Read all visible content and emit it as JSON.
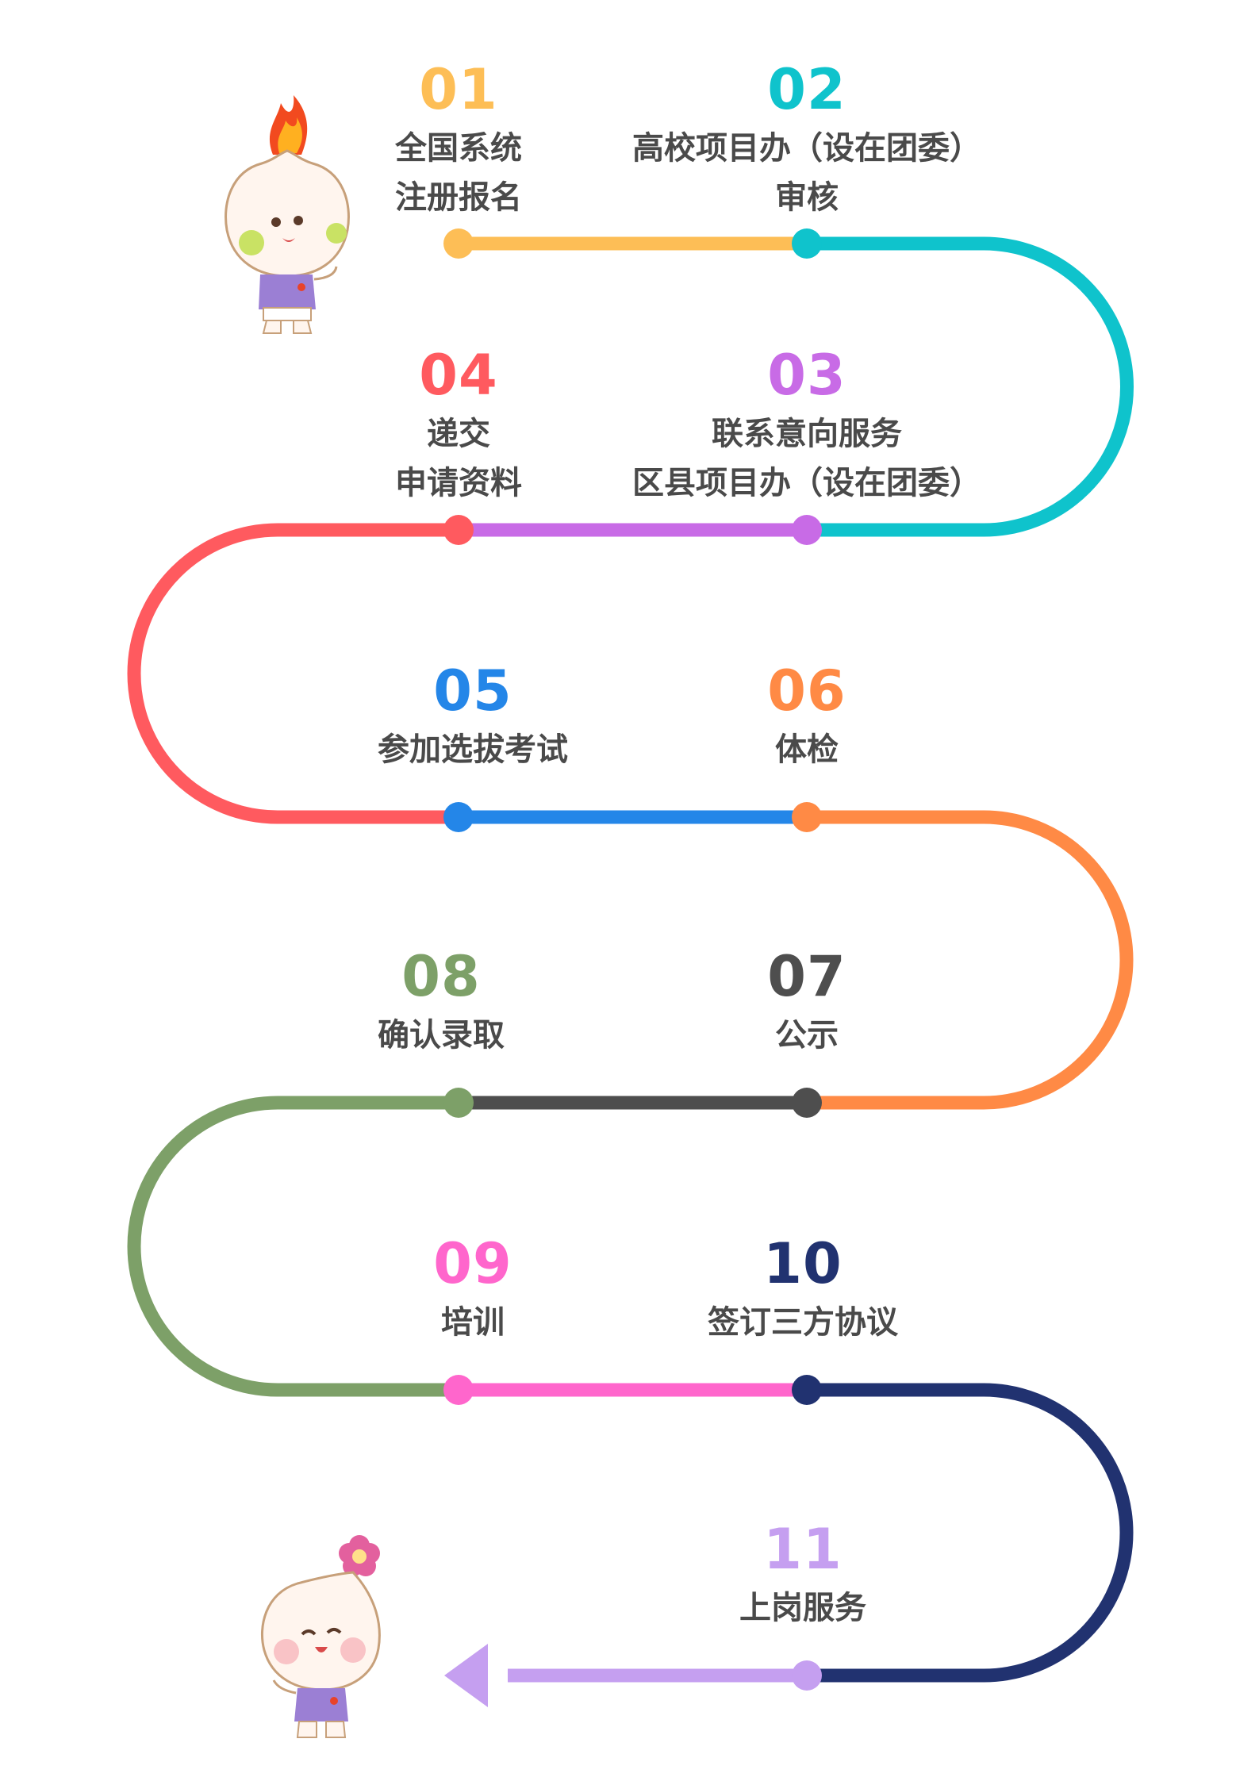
{
  "steps": [
    {
      "number": "01",
      "line1": "全国系统",
      "line2": "注册报名",
      "color": "#FDBE56"
    },
    {
      "number": "02",
      "line1": "高校项目办（设在团委）",
      "line2": "审核",
      "color": "#0FC3CC"
    },
    {
      "number": "03",
      "line1": "联系意向服务",
      "line2": "区县项目办（设在团委）",
      "color": "#C86BE6"
    },
    {
      "number": "04",
      "line1": "递交",
      "line2": "申请资料",
      "color": "#FF5A5F"
    },
    {
      "number": "05",
      "line1": "参加选拔考试",
      "line2": "",
      "color": "#2486E8"
    },
    {
      "number": "06",
      "line1": "体检",
      "line2": "",
      "color": "#FF8A45"
    },
    {
      "number": "07",
      "line1": "公示",
      "line2": "",
      "color": "#4E4E4E"
    },
    {
      "number": "08",
      "line1": "确认录取",
      "line2": "",
      "color": "#7DA068"
    },
    {
      "number": "09",
      "line1": "培训",
      "line2": "",
      "color": "#FF66CC"
    },
    {
      "number": "10",
      "line1": "签订三方协议",
      "line2": "",
      "color": "#213270"
    },
    {
      "number": "11",
      "line1": "上岗服务",
      "line2": "",
      "color": "#C59FF0"
    }
  ],
  "mascots": [
    {
      "name": "flame-mascot-icon"
    },
    {
      "name": "flower-mascot-icon"
    }
  ]
}
